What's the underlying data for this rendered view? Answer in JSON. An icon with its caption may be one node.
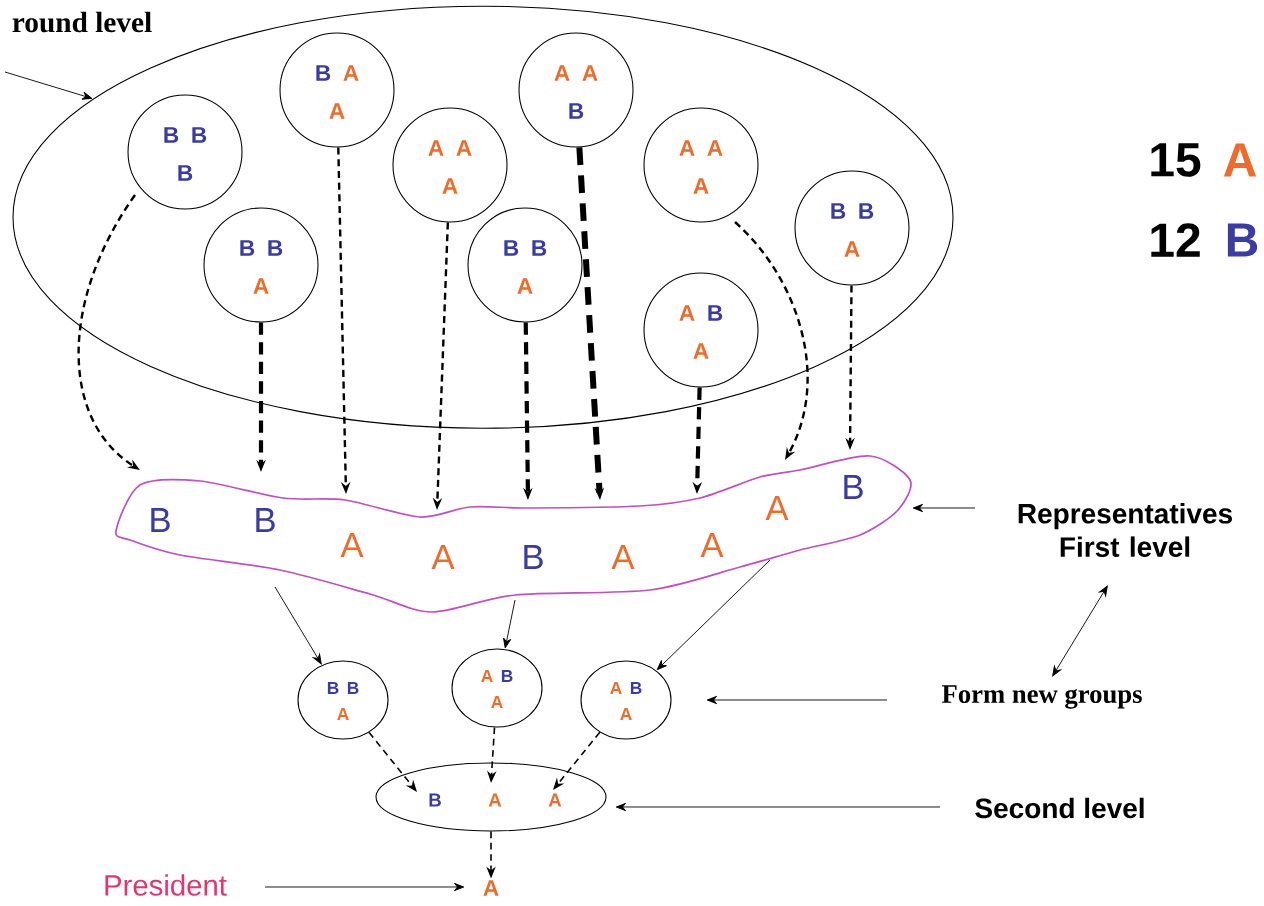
{
  "diagram": {
    "nodes": [
      {
        "text": [],
        "shape": "ellipse"
      },
      {
        "text": [
          "B",
          "B",
          "B"
        ],
        "in": 0
      },
      {
        "text": [
          "B",
          "B",
          "A"
        ],
        "in": 0
      },
      {
        "text": [
          "B",
          "A",
          "A"
        ],
        "in": 0
      },
      {
        "text": [
          "A",
          "A",
          "A"
        ],
        "in": 0
      },
      {
        "text": [
          "B",
          "B",
          "A"
        ],
        "in": 0
      },
      {
        "text": [
          "A",
          "A",
          "B"
        ],
        "in": 0
      },
      {
        "text": [
          "A",
          "A",
          "A"
        ],
        "in": 0
      },
      {
        "text": [
          "A",
          "B",
          "A"
        ],
        "in": 0
      },
      {
        "text": [
          "B",
          "B",
          "A"
        ],
        "in": 0
      },
      {
        "text": [
          "B",
          "B",
          "A",
          "A",
          "B",
          "A",
          "A",
          "A",
          "B"
        ]
      },
      {
        "text": [
          "B",
          "B",
          "A"
        ]
      },
      {
        "text": [
          "A",
          "B",
          "A"
        ]
      },
      {
        "text": [
          "A",
          "B",
          "A"
        ]
      },
      {
        "text": [
          "B",
          "A",
          "A"
        ]
      },
      {
        "text": [
          "A"
        ]
      },
      {
        "text": [
          "round level"
        ]
      },
      {
        "text": [
          "Representatives First level"
        ]
      },
      {
        "text": [
          "Form new groups"
        ]
      },
      {
        "text": [
          "Second level"
        ]
      },
      {
        "text": [
          "President"
        ]
      }
    ],
    "edges": [
      {
        "from": 16,
        "to": 0,
        "arrow": "to"
      },
      {
        "from": 1,
        "to": 10,
        "arrow": "to",
        "style": "dashed"
      },
      {
        "from": 2,
        "to": 10,
        "arrow": "to",
        "style": "dashed"
      },
      {
        "from": 3,
        "to": 10,
        "arrow": "to",
        "style": "dashed"
      },
      {
        "from": 4,
        "to": 10,
        "arrow": "to",
        "style": "dashed"
      },
      {
        "from": 5,
        "to": 10,
        "arrow": "to",
        "style": "dashed"
      },
      {
        "from": 6,
        "to": 10,
        "arrow": "to",
        "style": "dashed"
      },
      {
        "from": 7,
        "to": 10,
        "arrow": "to",
        "style": "dashed"
      },
      {
        "from": 8,
        "to": 10,
        "arrow": "to",
        "style": "dashed"
      },
      {
        "from": 9,
        "to": 10,
        "arrow": "to",
        "style": "dashed"
      },
      {
        "from": 10,
        "to": 11,
        "arrow": "to"
      },
      {
        "from": 10,
        "to": 12,
        "arrow": "to"
      },
      {
        "from": 10,
        "to": 13,
        "arrow": "to"
      },
      {
        "from": 11,
        "to": 14,
        "arrow": "to",
        "style": "dashed"
      },
      {
        "from": 12,
        "to": 14,
        "arrow": "to",
        "style": "dashed"
      },
      {
        "from": 13,
        "to": 14,
        "arrow": "to",
        "style": "dashed"
      },
      {
        "from": 14,
        "to": 15,
        "arrow": "to",
        "style": "dashed"
      },
      {
        "from": 17,
        "to": 10,
        "arrow": "to"
      },
      {
        "from": 17,
        "to": 18,
        "arrow": "both"
      },
      {
        "from": 18,
        "to": 13,
        "arrow": "to"
      },
      {
        "from": 19,
        "to": 14,
        "arrow": "to"
      },
      {
        "from": 20,
        "to": 15,
        "arrow": "to"
      }
    ],
    "labels": [
      "15",
      "A",
      "12",
      "B"
    ]
  }
}
